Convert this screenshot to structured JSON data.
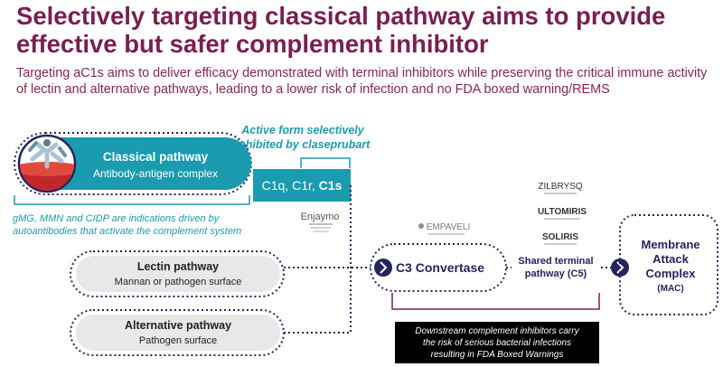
{
  "header": {
    "title": "Selectively targeting classical pathway aims to provide effective but safer complement inhibitor",
    "subtitle": "Targeting aC1s aims to deliver efficacy demonstrated with terminal inhibitors while preserving the critical immune activity of lectin and alternative pathways, leading to a lower risk of infection and no FDA boxed warning/REMS"
  },
  "classical": {
    "title": "Classical pathway",
    "subtitle": "Antibody-antigen complex",
    "note_line1": "gMG, MMN and CIDP are indications driven by",
    "note_line2": "autoantibodies that activate the complement system"
  },
  "active_form": {
    "line1": "Active form selectively",
    "line2": "inhibited by claseprubart",
    "components": "C1q, C1r, ",
    "target": "C1s"
  },
  "lectin": {
    "title": "Lectin pathway",
    "subtitle": "Mannan or pathogen surface"
  },
  "alternative": {
    "title": "Alternative pathway",
    "subtitle": "Pathogen surface"
  },
  "convertase": {
    "label": "C3 Convertase"
  },
  "terminal": {
    "line1": "Shared terminal",
    "line2": "pathway (C5)"
  },
  "mac": {
    "line1": "Membrane",
    "line2": "Attack",
    "line3": "Complex",
    "line4": "(MAC)"
  },
  "warning": {
    "line1": "Downstream complement inhibitors carry",
    "line2": "the risk of serious bacterial infections",
    "line3": "resulting in FDA Boxed Warnings"
  },
  "logos": {
    "enjaymo": "Enjaymo",
    "empaveli": "EMPAVELI",
    "zilbrysq": "ZILBRYSQ",
    "ultomiris": "ULTOMIRIS",
    "soliris": "SOLIRIS"
  },
  "colors": {
    "teal": "#1a9bb0",
    "navy": "#24245e",
    "maroon": "#7a1f4f",
    "grey": "#e8e8e8"
  }
}
